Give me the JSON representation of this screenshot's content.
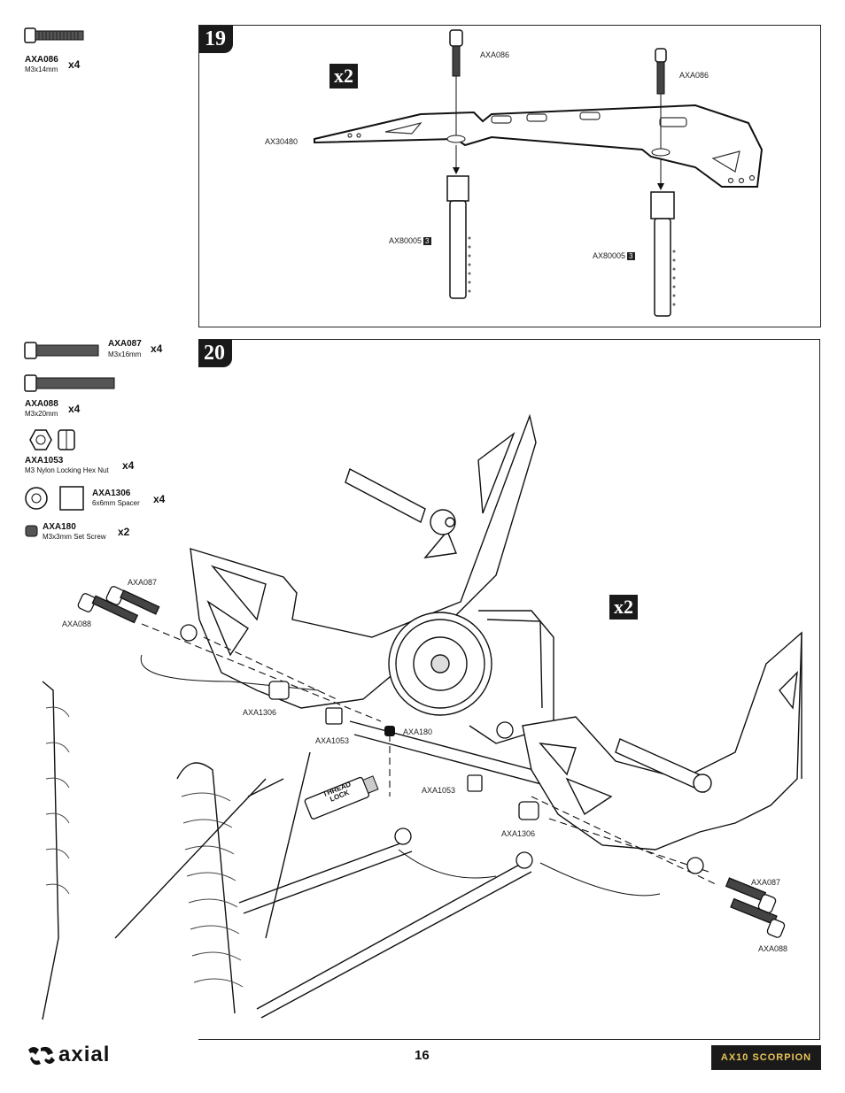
{
  "step19": {
    "number": "19",
    "multiplier": "x2",
    "parts_list": [
      {
        "code": "AXA086",
        "desc": "M3x14mm",
        "qty": "x4"
      }
    ],
    "callouts": {
      "screw_left": "AXA086",
      "screw_right": "AXA086",
      "plate": "AX30480",
      "post_left": "AX80005",
      "post_right": "AX80005",
      "post_badge": "3"
    }
  },
  "step20": {
    "number": "20",
    "multiplier": "x2",
    "parts_list": [
      {
        "code": "AXA087",
        "desc": "M3x16mm",
        "qty": "x4"
      },
      {
        "code": "AXA088",
        "desc": "M3x20mm",
        "qty": "x4"
      },
      {
        "code": "AXA1053",
        "desc": "M3 Nylon Locking Hex Nut",
        "qty": "x4"
      },
      {
        "code": "AXA1306",
        "desc": "6x6mm Spacer",
        "qty": "x4"
      },
      {
        "code": "AXA180",
        "desc": "M3x3mm Set Screw",
        "qty": "x2"
      }
    ],
    "callouts": {
      "c1": "AXA087",
      "c2": "AXA088",
      "c3": "AXA1306",
      "c4": "AXA1053",
      "c5": "AXA180",
      "c6": "AXA1053",
      "c7": "AXA1306",
      "c8": "AXA087",
      "c9": "AXA088",
      "thread_lock": "THREAD LOCK"
    }
  },
  "footer": {
    "brand": "axial",
    "page_number": "16",
    "product_logo": "AX10 SCORPION"
  }
}
